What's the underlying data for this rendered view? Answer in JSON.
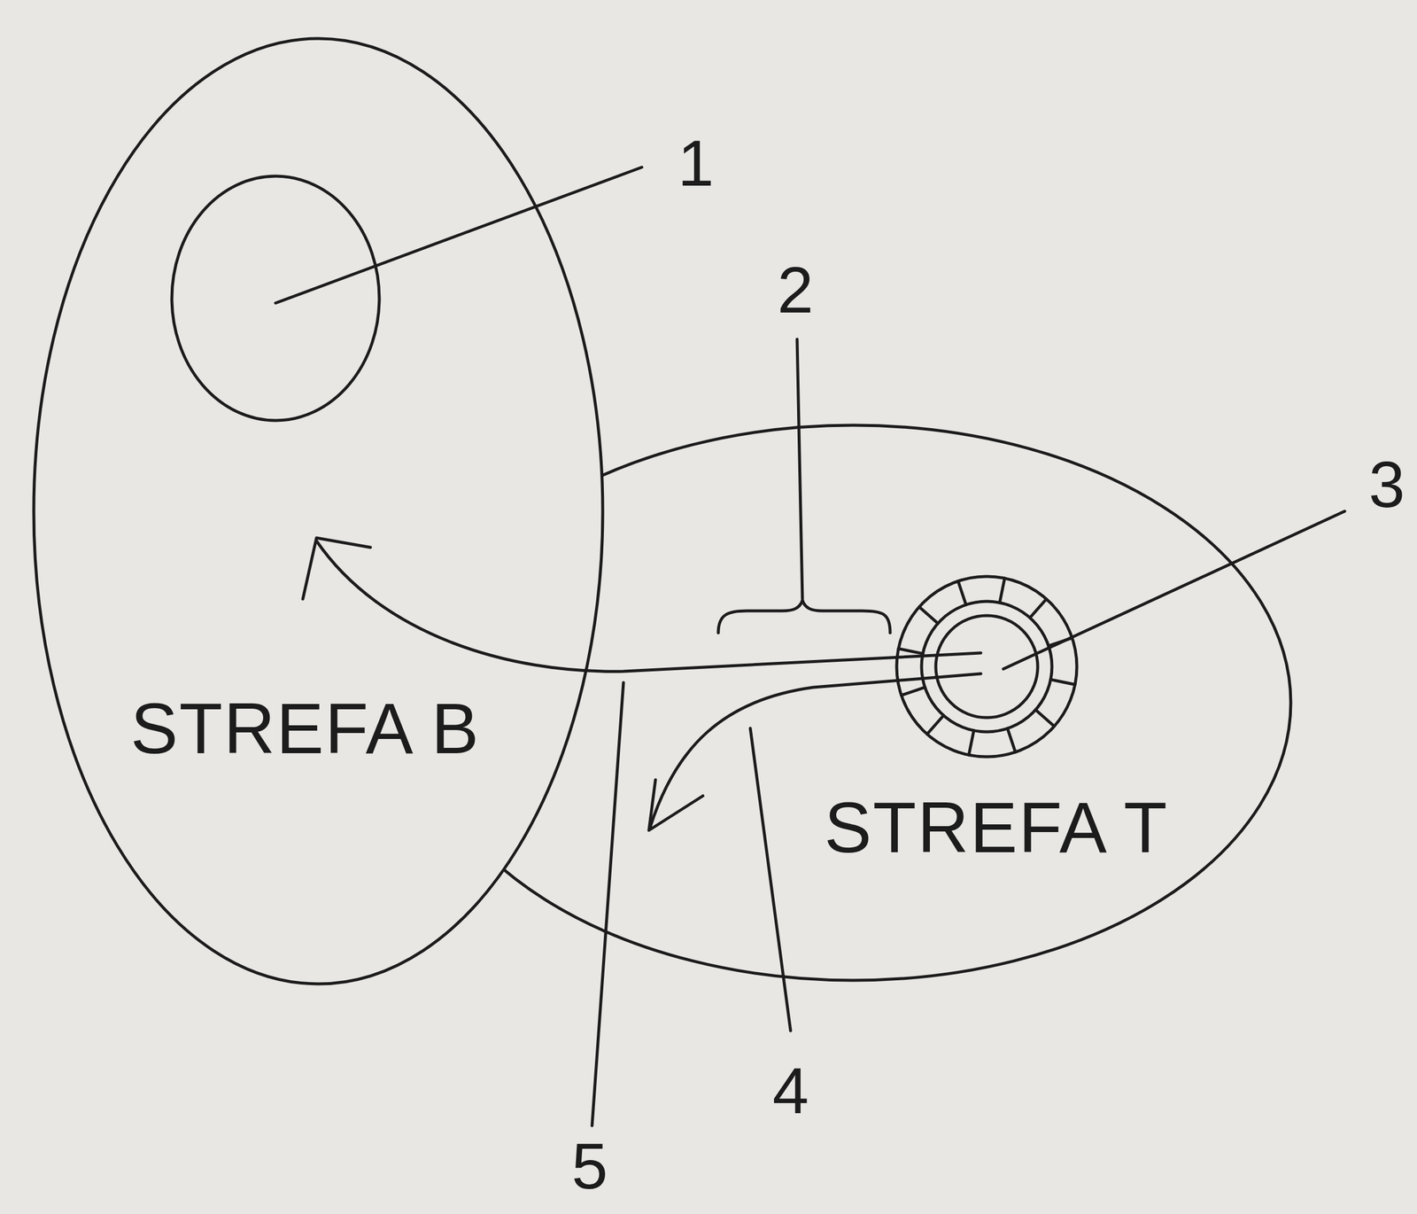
{
  "diagram": {
    "nodes": [
      {
        "text": [
          "STREFA B"
        ]
      },
      {
        "text": [
          "STREFA T"
        ]
      }
    ],
    "labels": [
      "1",
      "2",
      "3",
      "4",
      "5"
    ]
  }
}
